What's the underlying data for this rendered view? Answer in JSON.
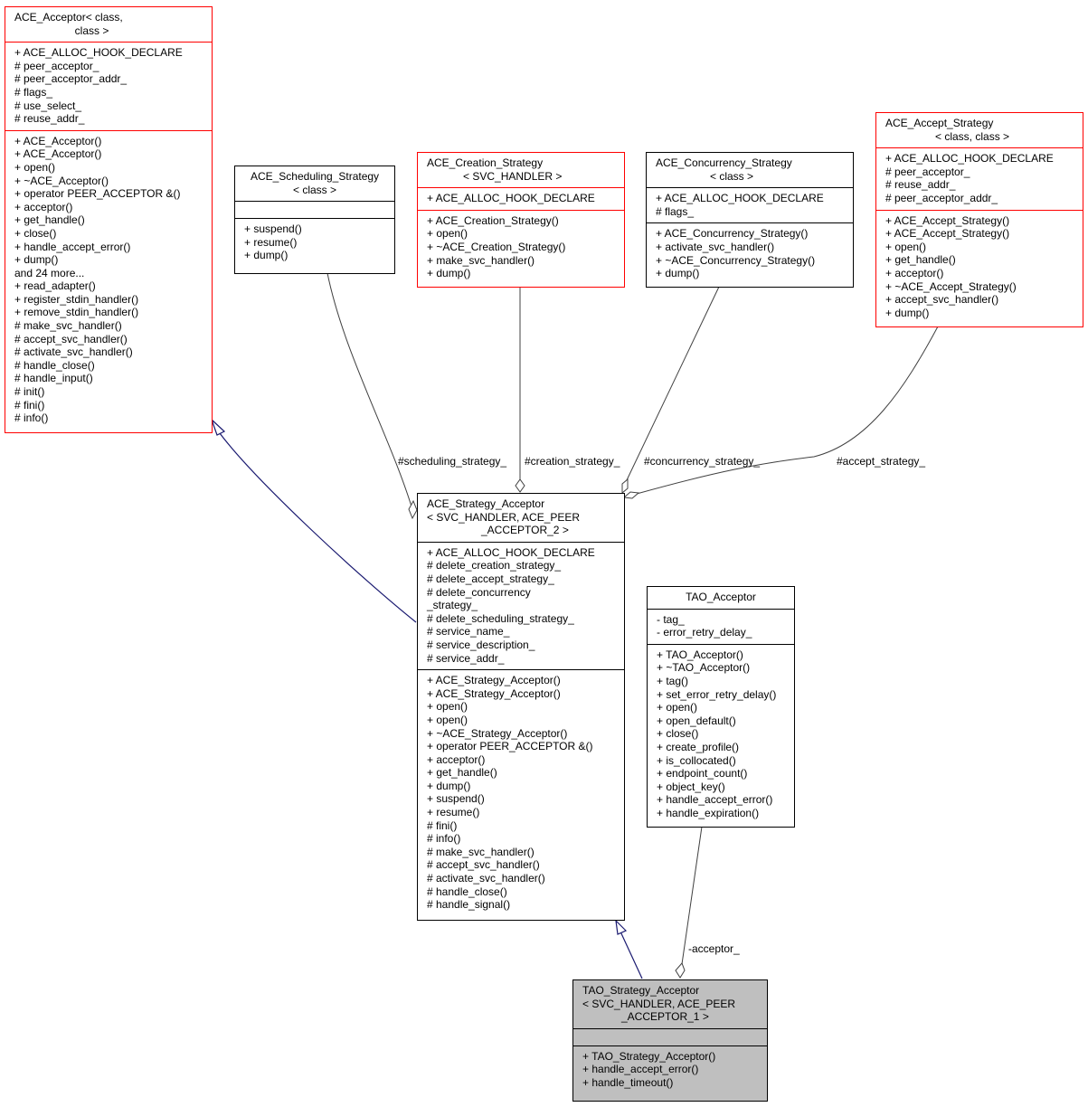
{
  "nodes": {
    "ace_acceptor": {
      "title": [
        "ACE_Acceptor< class,",
        "                    class >"
      ],
      "attributes": [
        "+ ACE_ALLOC_HOOK_DECLARE",
        "# peer_acceptor_",
        "# peer_acceptor_addr_",
        "# flags_",
        "# use_select_",
        "# reuse_addr_"
      ],
      "operations": [
        "+ ACE_Acceptor()",
        "+ ACE_Acceptor()",
        "+ open()",
        "+ ~ACE_Acceptor()",
        "+ operator PEER_ACCEPTOR &()",
        "+ acceptor()",
        "+ get_handle()",
        "+ close()",
        "+ handle_accept_error()",
        "+ dump()",
        "and 24 more...",
        "+ read_adapter()",
        "+ register_stdin_handler()",
        "+ remove_stdin_handler()",
        "# make_svc_handler()",
        "# accept_svc_handler()",
        "# activate_svc_handler()",
        "# handle_close()",
        "# handle_input()",
        "# init()",
        "# fini()",
        "# info()"
      ]
    },
    "ace_scheduling_strategy": {
      "title": [
        "ACE_Scheduling_Strategy",
        "< class >"
      ],
      "attributes": [],
      "operations": [
        "+ suspend()",
        "+ resume()",
        "+ dump()"
      ]
    },
    "ace_creation_strategy": {
      "title": [
        "ACE_Creation_Strategy",
        "< SVC_HANDLER >"
      ],
      "attributes": [
        "+ ACE_ALLOC_HOOK_DECLARE"
      ],
      "operations": [
        "+ ACE_Creation_Strategy()",
        "+ open()",
        "+ ~ACE_Creation_Strategy()",
        "+ make_svc_handler()",
        "+ dump()"
      ]
    },
    "ace_concurrency_strategy": {
      "title": [
        "ACE_Concurrency_Strategy",
        "< class >"
      ],
      "attributes": [
        "+ ACE_ALLOC_HOOK_DECLARE",
        "# flags_"
      ],
      "operations": [
        "+ ACE_Concurrency_Strategy()",
        "+ activate_svc_handler()",
        "+ ~ACE_Concurrency_Strategy()",
        "+ dump()"
      ]
    },
    "ace_accept_strategy": {
      "title": [
        "ACE_Accept_Strategy",
        "< class, class >"
      ],
      "attributes": [
        "+ ACE_ALLOC_HOOK_DECLARE",
        "# peer_acceptor_",
        "# reuse_addr_",
        "# peer_acceptor_addr_"
      ],
      "operations": [
        "+ ACE_Accept_Strategy()",
        "+ ACE_Accept_Strategy()",
        "+ open()",
        "+ get_handle()",
        "+ acceptor()",
        "+ ~ACE_Accept_Strategy()",
        "+ accept_svc_handler()",
        "+ dump()"
      ]
    },
    "ace_strategy_acceptor": {
      "title": [
        "ACE_Strategy_Acceptor",
        "< SVC_HANDLER, ACE_PEER",
        "_ACCEPTOR_2 >"
      ],
      "attributes": [
        "+ ACE_ALLOC_HOOK_DECLARE",
        "# delete_creation_strategy_",
        "# delete_accept_strategy_",
        "# delete_concurrency",
        "_strategy_",
        "# delete_scheduling_strategy_",
        "# service_name_",
        "# service_description_",
        "# service_addr_"
      ],
      "operations": [
        "+ ACE_Strategy_Acceptor()",
        "+ ACE_Strategy_Acceptor()",
        "+ open()",
        "+ open()",
        "+ ~ACE_Strategy_Acceptor()",
        "+ operator PEER_ACCEPTOR &()",
        "+ acceptor()",
        "+ get_handle()",
        "+ dump()",
        "+ suspend()",
        "+ resume()",
        "# fini()",
        "# info()",
        "# make_svc_handler()",
        "# accept_svc_handler()",
        "# activate_svc_handler()",
        "# handle_close()",
        "# handle_signal()"
      ]
    },
    "tao_acceptor": {
      "title": [
        "TAO_Acceptor"
      ],
      "attributes": [
        "- tag_",
        "- error_retry_delay_"
      ],
      "operations": [
        "+ TAO_Acceptor()",
        "+ ~TAO_Acceptor()",
        "+ tag()",
        "+ set_error_retry_delay()",
        "+ open()",
        "+ open_default()",
        "+ close()",
        "+ create_profile()",
        "+ is_collocated()",
        "+ endpoint_count()",
        "+ object_key()",
        "+ handle_accept_error()",
        "+ handle_expiration()"
      ]
    },
    "tao_strategy_acceptor": {
      "title": [
        "TAO_Strategy_Acceptor",
        "< SVC_HANDLER, ACE_PEER",
        "_ACCEPTOR_1 >"
      ],
      "attributes": [],
      "operations": [
        "+ TAO_Strategy_Acceptor()",
        "+ handle_accept_error()",
        "+ handle_timeout()"
      ]
    }
  },
  "edge_labels": {
    "scheduling": "#scheduling_strategy_",
    "creation": "#creation_strategy_",
    "concurrency": "#concurrency_strategy_",
    "accept": "#accept_strategy_",
    "acceptor": "-acceptor_"
  },
  "colors": {
    "inheritance": "#191970",
    "template_border": "#ff0000",
    "normal_border": "#000000",
    "highlight_fill": "#bfbfbf",
    "association": "#404040"
  }
}
